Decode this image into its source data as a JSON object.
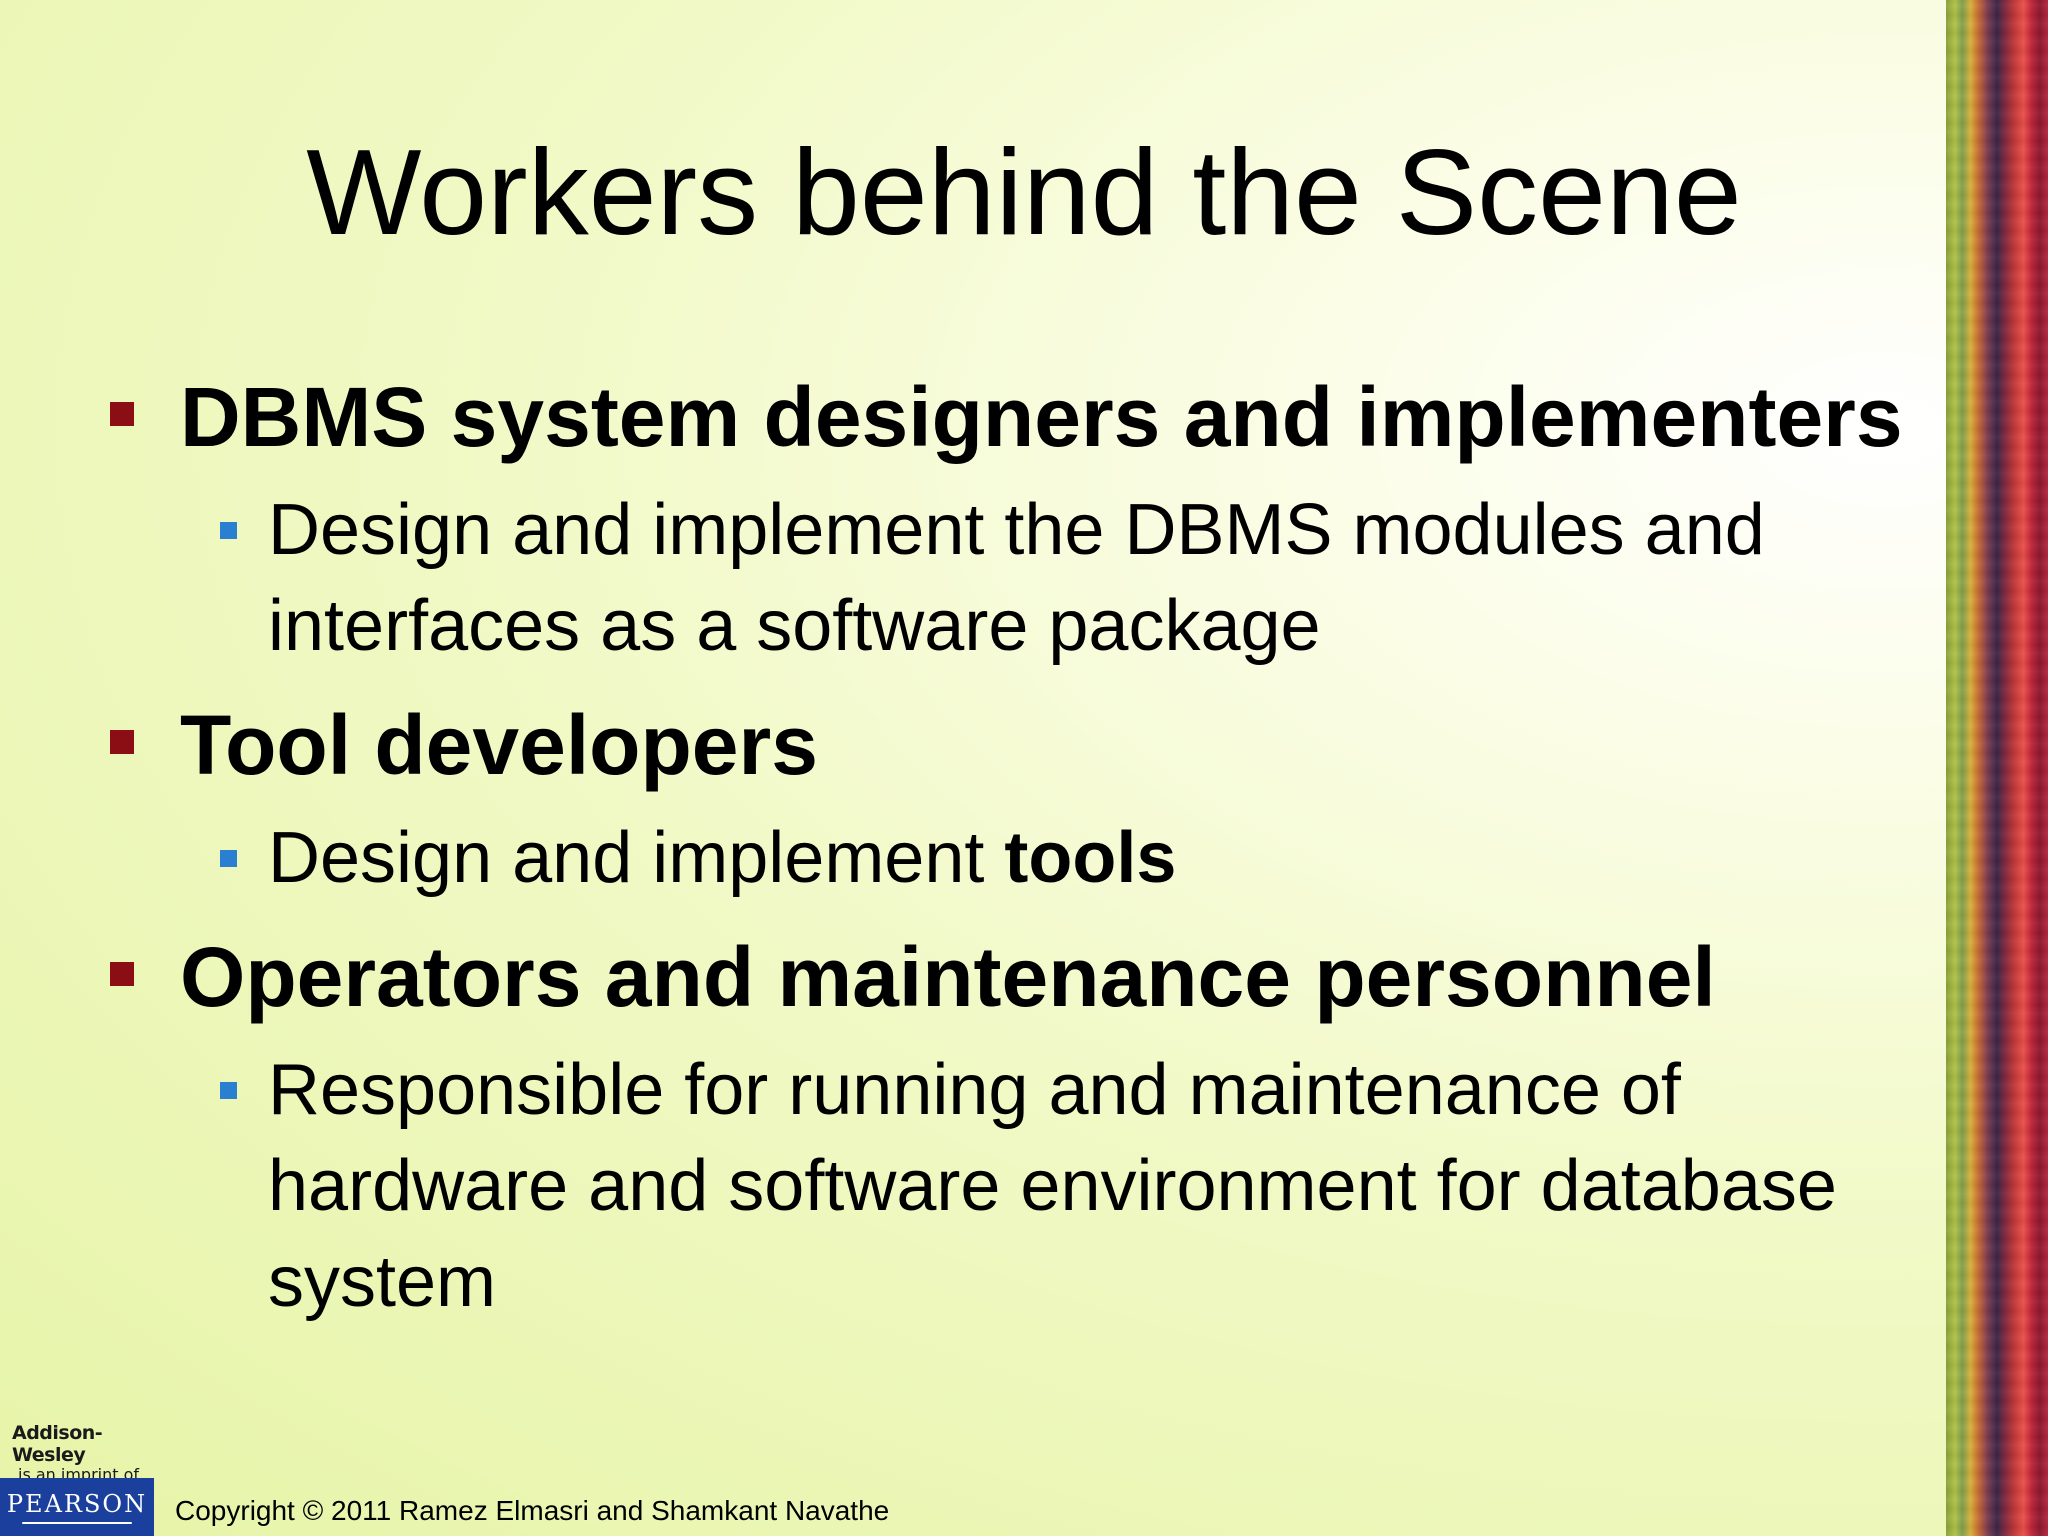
{
  "slide": {
    "title": "Workers behind the Scene",
    "bullets": [
      {
        "text": "DBMS system designers and implementers",
        "subs": [
          {
            "text": "Design and implement the DBMS modules and interfaces as a software package"
          }
        ]
      },
      {
        "text": "Tool developers",
        "subs": [
          {
            "text_before": "Design and implement ",
            "text_bold": "tools"
          }
        ]
      },
      {
        "text": "Operators and maintenance personnel",
        "subs": [
          {
            "text": "Responsible for running and maintenance of hardware and software environment for database system"
          }
        ]
      }
    ]
  },
  "footer": {
    "imprint_name": "Addison-Wesley",
    "imprint_sub": "is an imprint of",
    "publisher": "PEARSON",
    "copyright": "Copyright © 2011 Ramez Elmasri and Shamkant Navathe"
  },
  "colors": {
    "main_bullet": "#8b0e14",
    "sub_bullet": "#2a7fd0"
  }
}
